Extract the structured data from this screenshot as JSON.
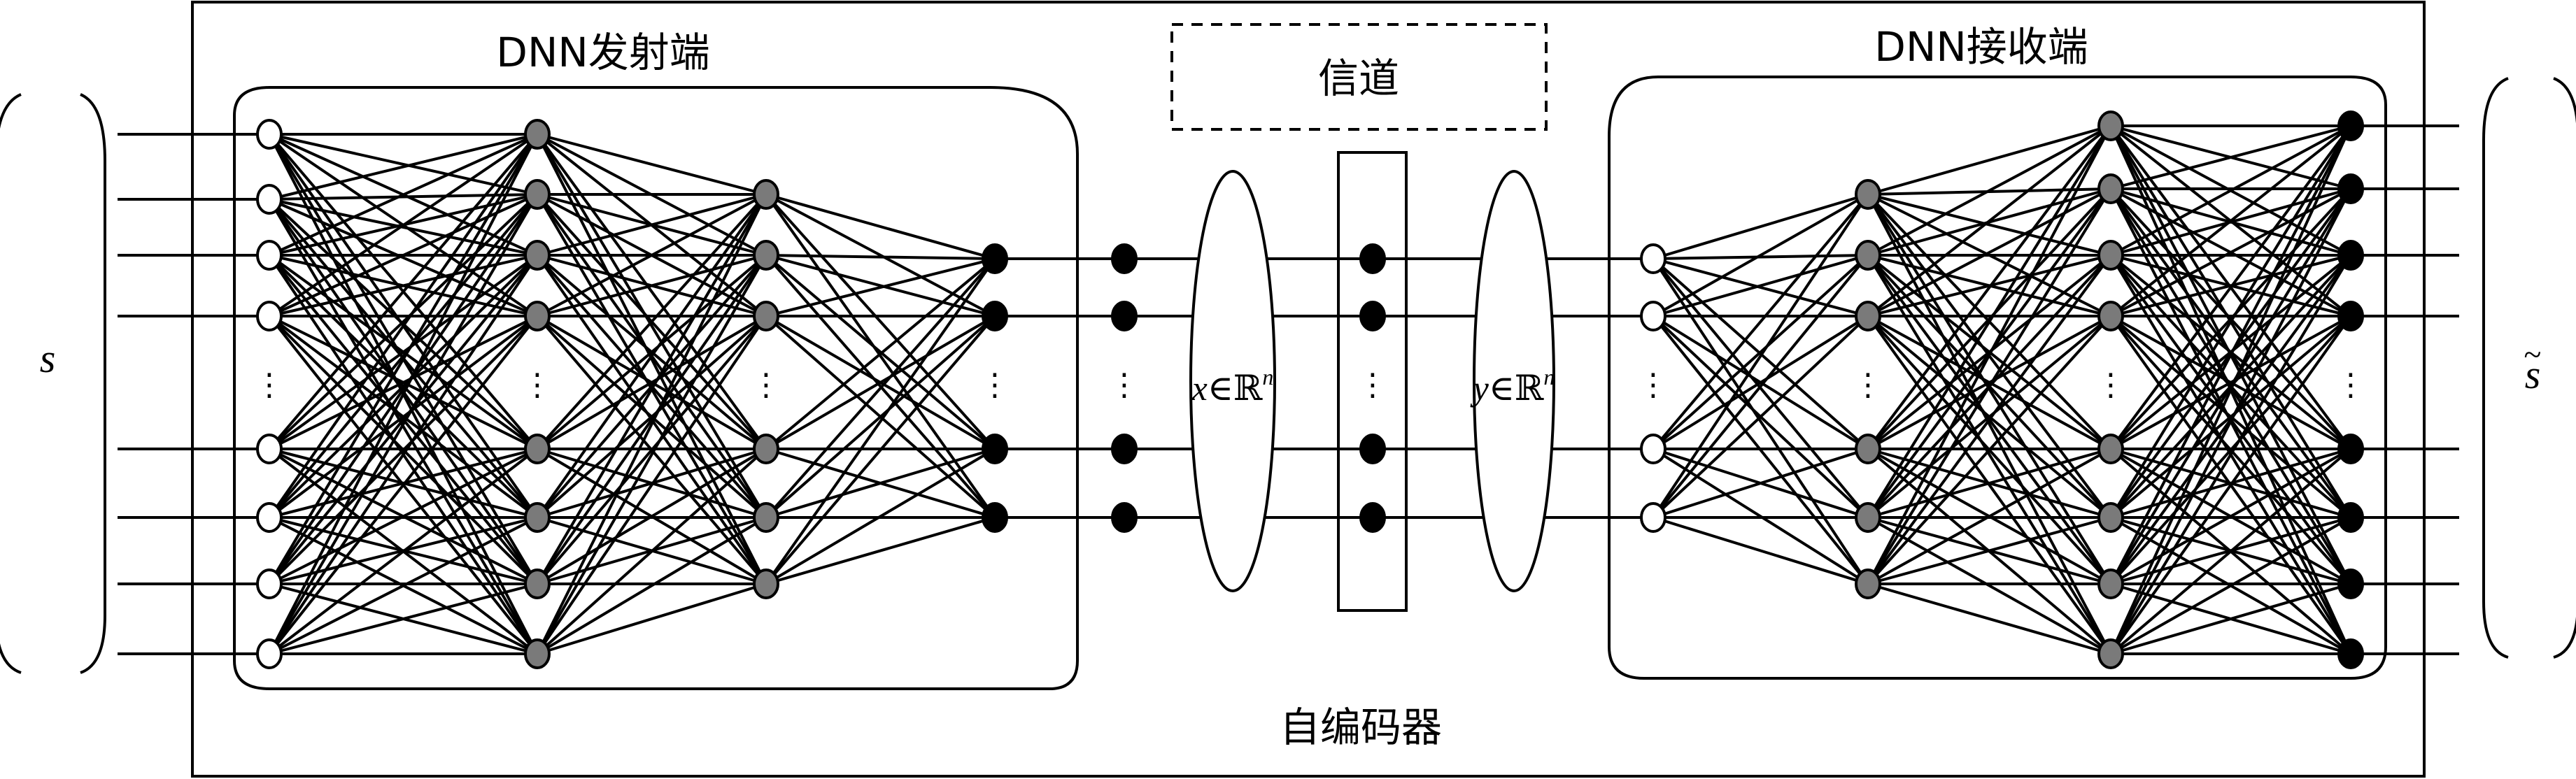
{
  "labels": {
    "transmitter": "DNN发射端",
    "receiver": "DNN接收端",
    "channel": "信道",
    "autoencoder": "自编码器",
    "input_symbol": "s",
    "output_symbol": "s",
    "output_tilde": "~",
    "x_var": "x",
    "y_var": "y",
    "member_of": "∈",
    "reals": "ℝ",
    "dim": "n",
    "ellipsis": "⋮"
  },
  "colors": {
    "open_node": "#ffffff",
    "gray_node": "#7a7a7a",
    "black_node": "#000000",
    "stroke": "#000000"
  }
}
